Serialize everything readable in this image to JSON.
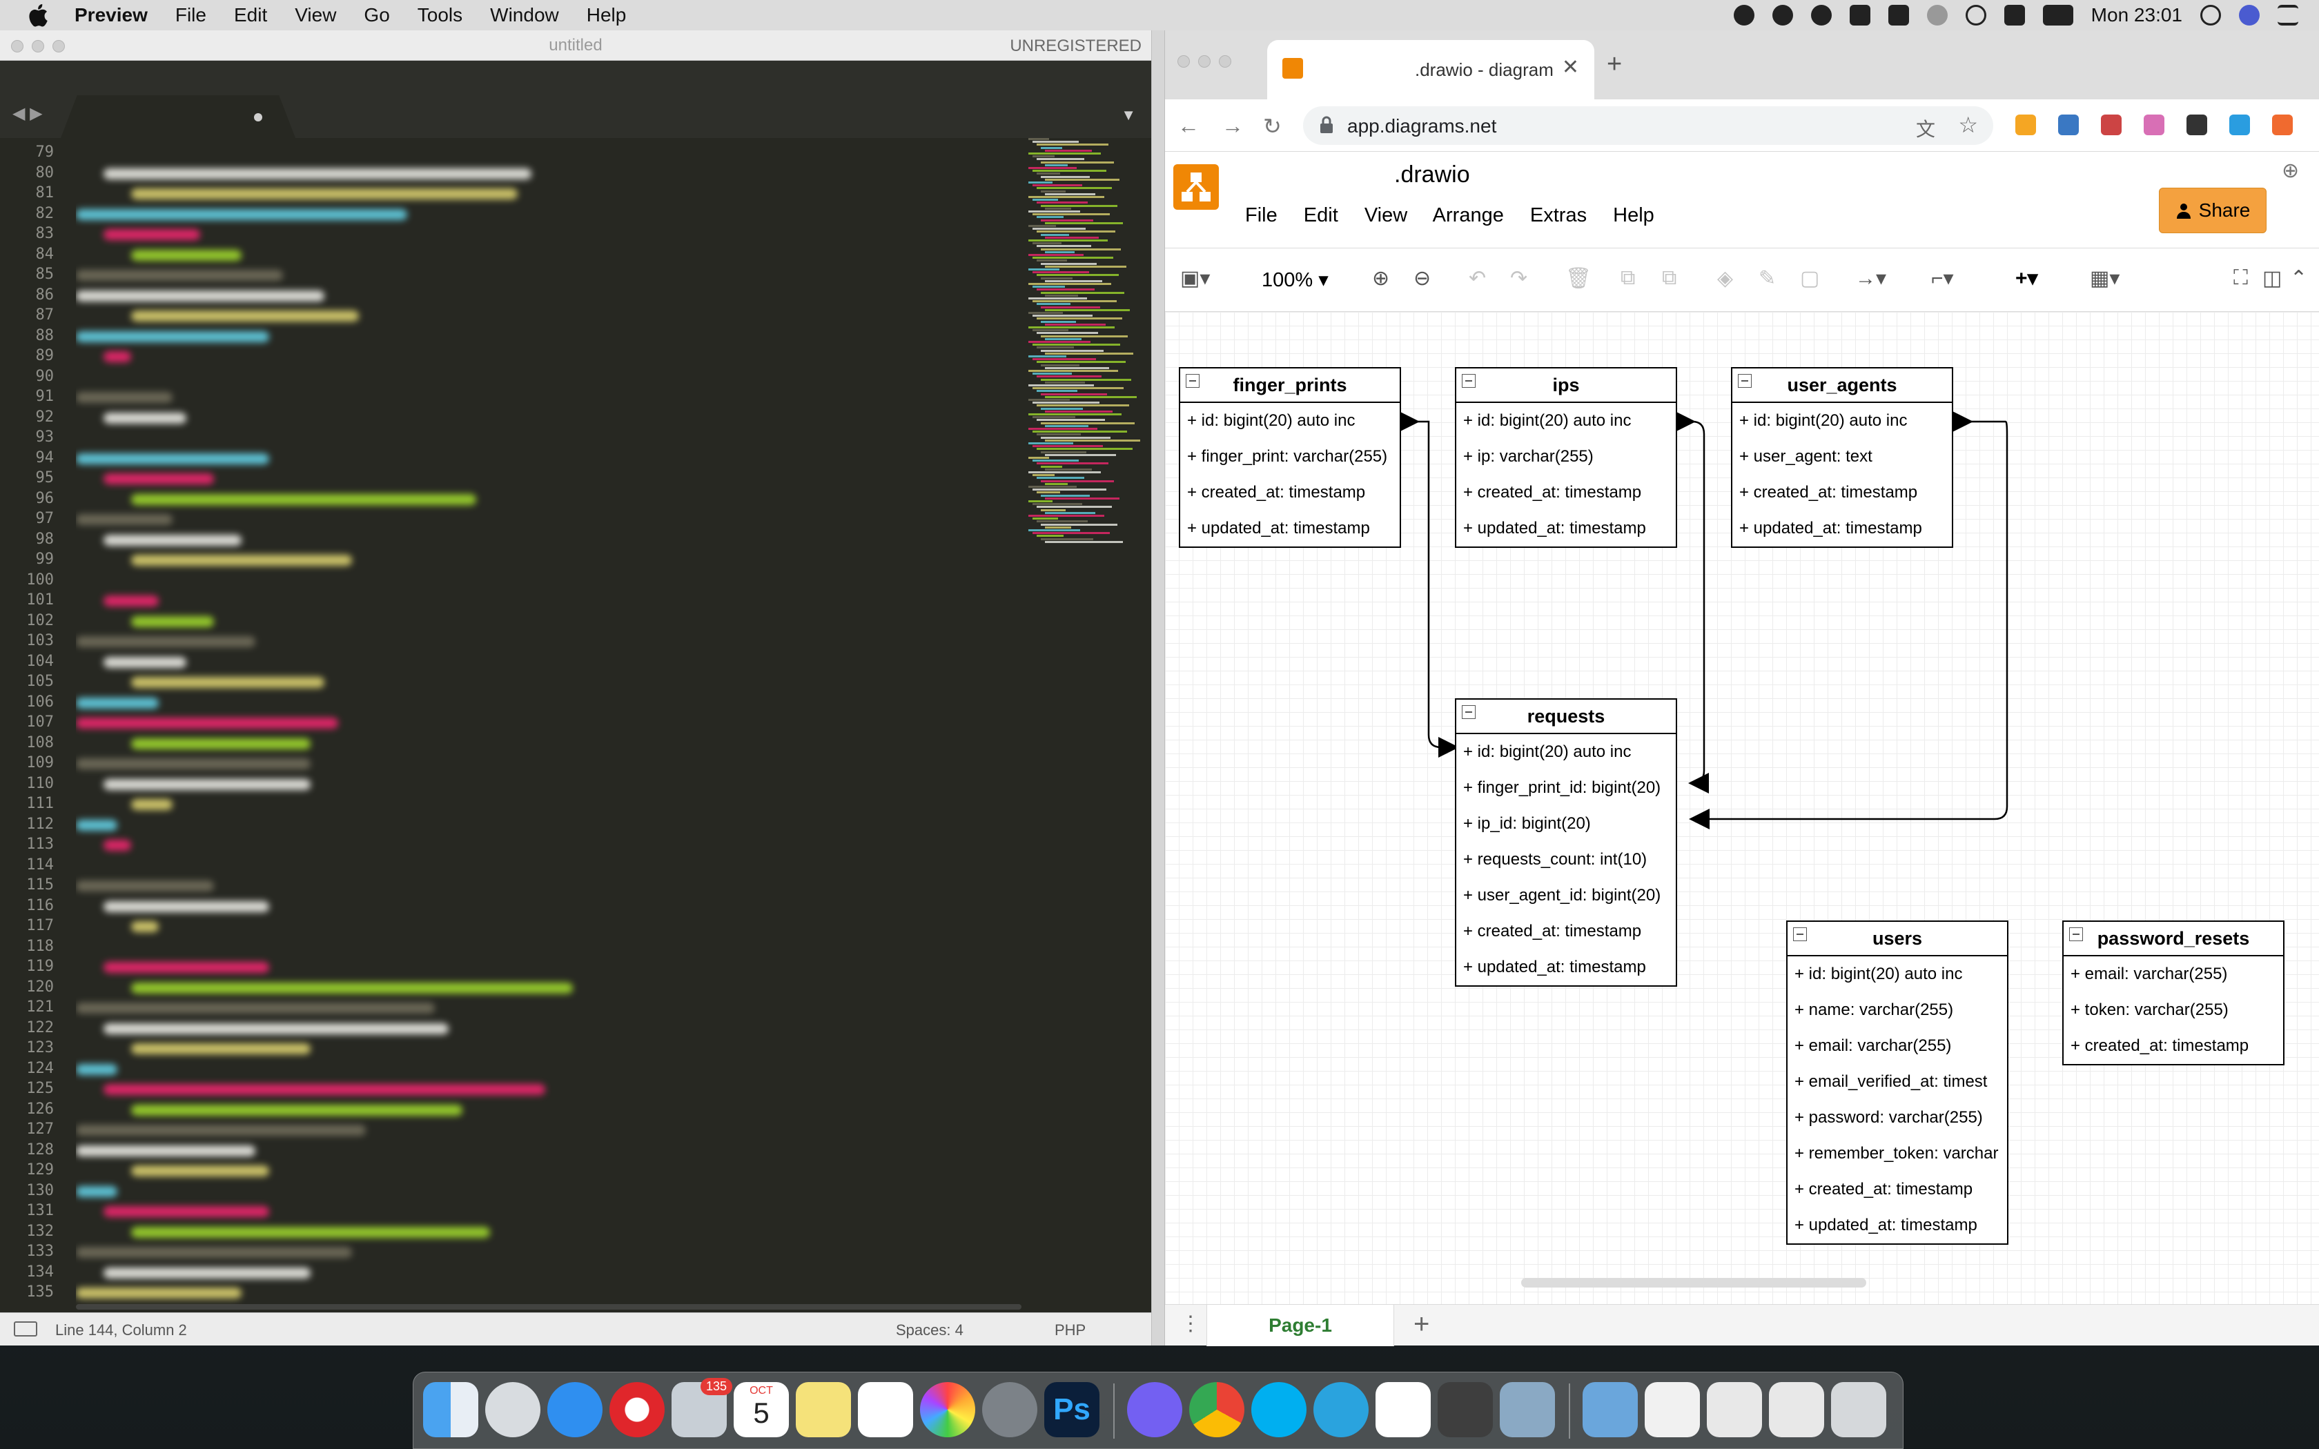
{
  "menubar": {
    "app": "Preview",
    "items": [
      "File",
      "Edit",
      "View",
      "Go",
      "Tools",
      "Window",
      "Help"
    ],
    "clock": "Mon 23:01"
  },
  "sublime": {
    "title": "untitled",
    "registration": "UNREGISTERED",
    "line_numbers": [
      "79",
      "80",
      "81",
      "82",
      "83",
      "84",
      "85",
      "86",
      "87",
      "88",
      "89",
      "90",
      "91",
      "92",
      "93",
      "94",
      "95",
      "96",
      "97",
      "98",
      "99",
      "100",
      "101",
      "102",
      "103",
      "104",
      "105",
      "106",
      "107",
      "108",
      "109",
      "110",
      "111",
      "112",
      "113",
      "114",
      "115",
      "116",
      "117",
      "118",
      "119",
      "120",
      "121",
      "122",
      "123",
      "124",
      "125",
      "126",
      "127",
      "128",
      "129",
      "130",
      "131",
      "132",
      "133",
      "134",
      "135"
    ],
    "status": {
      "position": "Line 144, Column 2",
      "spaces": "Spaces: 4",
      "syntax": "PHP"
    }
  },
  "browser": {
    "tab_title": ".drawio - diagrams.net",
    "url": "app.diagrams.net"
  },
  "drawio": {
    "filename": ".drawio",
    "menu": [
      "File",
      "Edit",
      "View",
      "Arrange",
      "Extras",
      "Help"
    ],
    "share_label": "Share",
    "zoom": "100%",
    "page_tab": "Page-1",
    "tables": [
      {
        "name": "finger_prints",
        "fields": [
          "+ id: bigint(20) auto inc",
          "+ finger_print: varchar(255)",
          "+ created_at: timestamp",
          "+ updated_at: timestamp"
        ]
      },
      {
        "name": "ips",
        "fields": [
          "+ id: bigint(20) auto inc",
          "+ ip: varchar(255)",
          "+ created_at: timestamp",
          "+ updated_at: timestamp"
        ]
      },
      {
        "name": "user_agents",
        "fields": [
          "+ id: bigint(20) auto inc",
          "+ user_agent: text",
          "+ created_at: timestamp",
          "+ updated_at: timestamp"
        ]
      },
      {
        "name": "requests",
        "fields": [
          "+ id: bigint(20) auto inc",
          "+ finger_print_id: bigint(20)",
          "+ ip_id: bigint(20)",
          "+ requests_count: int(10)",
          "+ user_agent_id: bigint(20)",
          "+ created_at: timestamp",
          "+ updated_at: timestamp"
        ]
      },
      {
        "name": "users",
        "fields": [
          "+ id: bigint(20) auto inc",
          "+ name: varchar(255)",
          "+ email: varchar(255)",
          "+ email_verified_at: timest",
          "+ password: varchar(255)",
          "+ remember_token: varchar",
          "+ created_at: timestamp",
          "+ updated_at: timestamp"
        ]
      },
      {
        "name": "password_resets",
        "fields": [
          "+ email: varchar(255)",
          "+ token: varchar(255)",
          "+ created_at: timestamp"
        ]
      }
    ]
  },
  "dock": {
    "mail_badge": "135",
    "calendar_month": "OCT",
    "calendar_day": "5",
    "photoshop_label": "Ps"
  }
}
